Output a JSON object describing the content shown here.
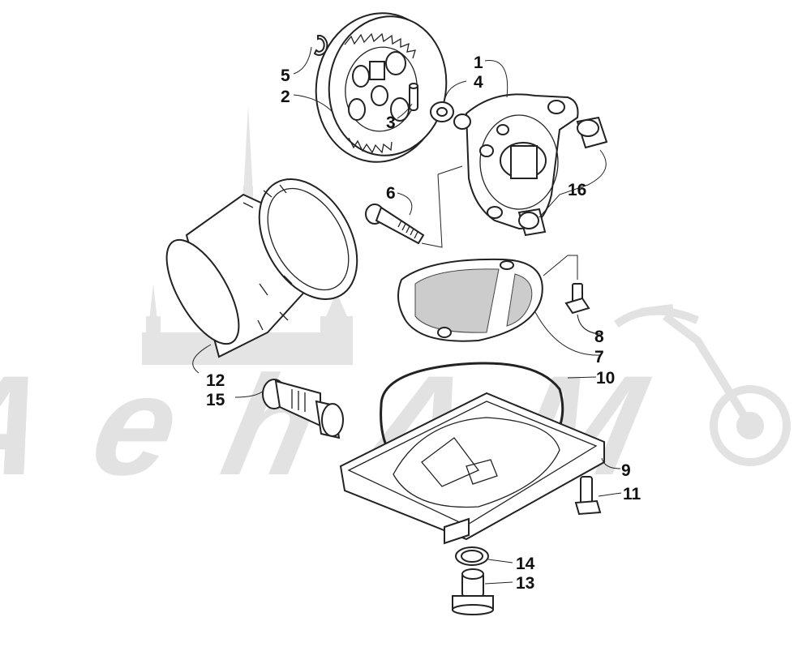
{
  "watermark": {
    "text": "AehAM",
    "color": "#e2e2e2"
  },
  "callouts": {
    "c1": "1",
    "c2": "2",
    "c3": "3",
    "c4": "4",
    "c5": "5",
    "c6": "6",
    "c7": "7",
    "c8": "8",
    "c9": "9",
    "c10": "10",
    "c11": "11",
    "c12": "12",
    "c13": "13",
    "c14": "14",
    "c15": "15",
    "c16": "16"
  },
  "colors": {
    "line": "#222222",
    "background": "#ffffff",
    "watermark": "#e2e2e2"
  }
}
